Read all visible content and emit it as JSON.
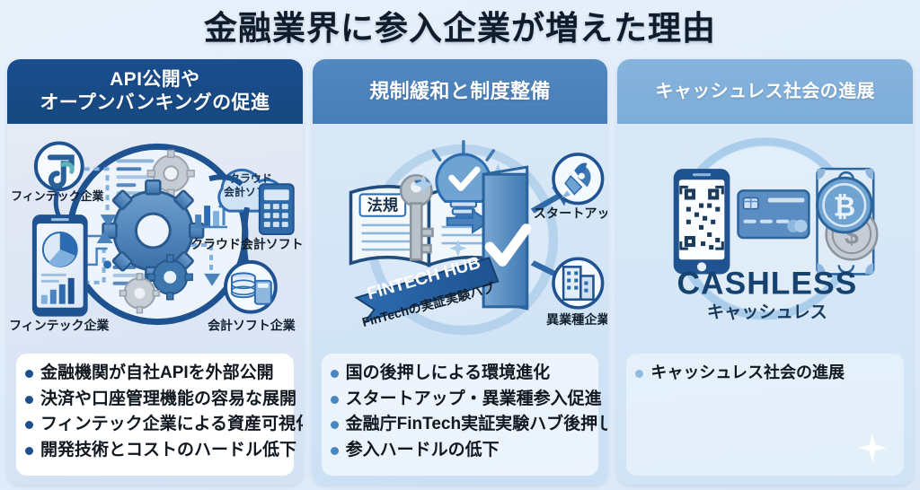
{
  "title": "金融業界に参入企業が増えた理由",
  "columns": [
    {
      "header": "API公開や\nオープンバンキングの促進",
      "header_line1": "API公開や",
      "header_line2": "オープンバンキングの促進",
      "illustration": {
        "labels": {
          "fintech_top": "フィンテック企業",
          "fintech_bottom": "フィンテック企業",
          "cloud_inner_line1": "クラウド",
          "cloud_inner_line2": "会計ソフト",
          "cloud_caption": "クラウド会計ソフト",
          "accounting_company": "会計ソフト企業"
        },
        "icons": [
          "fintech-logo-icon",
          "smartphone-chart-icon",
          "gear-icon",
          "cloud-icon",
          "calculator-icon",
          "bar-chart-icon",
          "database-icon",
          "arrow-icon"
        ]
      },
      "bullets": [
        "金融機関が自社APIを外部公開",
        "決済や口座管理機能の容易な展開",
        "フィンテック企業による資産可視化",
        "開発技術とコストのハードル低下"
      ]
    },
    {
      "header": "規制緩和と制度整備",
      "header_line1": "規制緩和と制度整備",
      "header_line2": "",
      "illustration": {
        "labels": {
          "book": "法規",
          "banner": "FINTECH HUB",
          "banner_caption": "FinTechの実証実験ハブ",
          "startup": "スタートアップ",
          "other_industry": "異業種企業"
        },
        "icons": [
          "open-book-icon",
          "key-icon",
          "lightbulb-check-icon",
          "door-check-icon",
          "ribbon-banner-icon",
          "rocket-icon",
          "building-icon",
          "arrow-icon",
          "sparkle-icon"
        ]
      },
      "bullets": [
        "国の後押しによる環境進化",
        "スタートアップ・異業種参入促進",
        "金融庁FinTech実証実験ハブ後押し",
        "参入ハードルの低下"
      ]
    },
    {
      "header": "キャッシュレス社会の進展",
      "header_line1": "キャッシュレス社会の進展",
      "header_line2": "",
      "illustration": {
        "labels": {
          "cashless_en": "CASHLESS",
          "cashless_jp": "キャッシュレス"
        },
        "icons": [
          "smartphone-qr-icon",
          "credit-card-icon",
          "banknote-icon",
          "bitcoin-coin-icon",
          "dollar-coin-icon",
          "sparkle-icon"
        ]
      },
      "bullets": [
        "キャッシュレス社会の進展"
      ]
    }
  ],
  "colors": {
    "page_bg": "#e4eefa",
    "header_navy": "#1a4d8f",
    "header_mid_blue": "#5288c0",
    "header_light_blue": "#86b4dd",
    "title_text": "#111c2b",
    "bullet_text": "#111820",
    "accent_blue": "#2d6cb0"
  }
}
